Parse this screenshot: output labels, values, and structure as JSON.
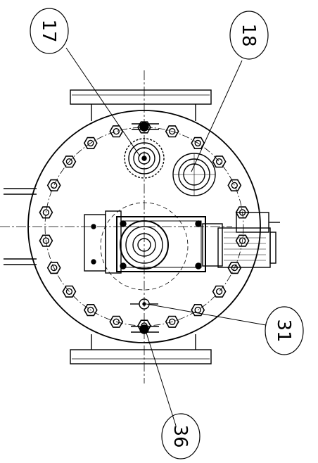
{
  "drawing": {
    "callouts": [
      {
        "label": "17"
      },
      {
        "label": "18"
      },
      {
        "label": "31"
      },
      {
        "label": "36"
      }
    ]
  },
  "colors": {
    "line": "#000000",
    "background": "#ffffff"
  }
}
